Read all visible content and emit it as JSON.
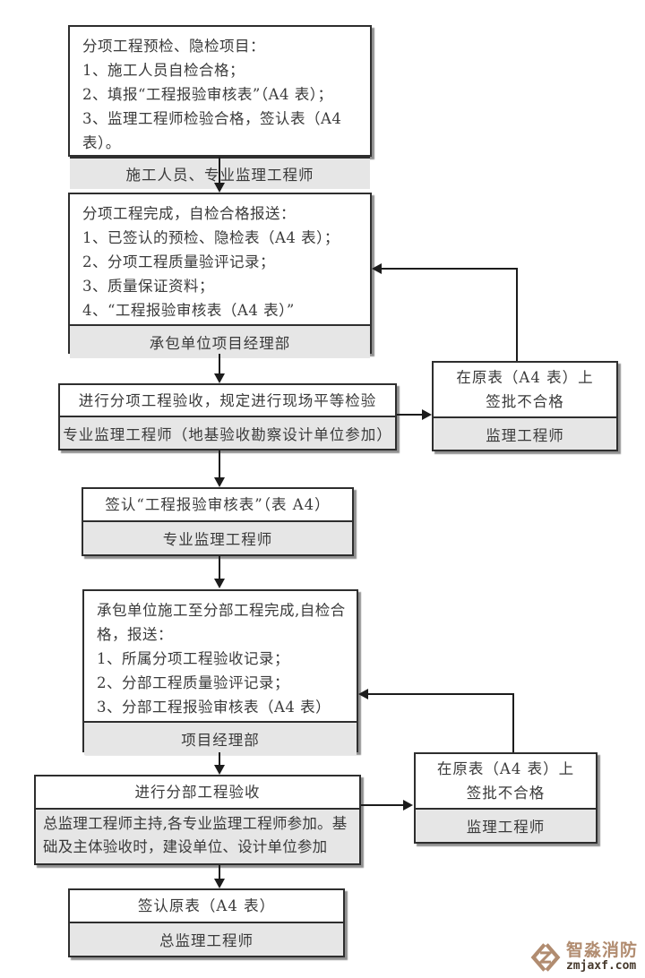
{
  "flowchart": {
    "box1": {
      "lines": [
        "分项工程预检、隐检项目：",
        "1、施工人员自检合格；",
        "2、填报“工程报验审核表”（A4 表）；",
        "3、监理工程师检验合格，签认表（A4 表）。"
      ],
      "footer": "施工人员、专业监理工程师"
    },
    "box2": {
      "lines": [
        "分项工程完成，自检合格报送：",
        "1、已签认的预检、隐检表（A4 表）；",
        "2、分项工程质量验评记录；",
        "3、质量保证资料；",
        "4、“工程报验审核表（A4 表）”"
      ],
      "footer": "承包单位项目经理部"
    },
    "box3": {
      "title": "进行分项工程验收，规定进行现场平等检验",
      "footer": "专业监理工程师（地基验收勘察设计单位参加）"
    },
    "reject1": {
      "lines": [
        "在原表（A4 表）上",
        "签批不合格"
      ],
      "footer": "监理工程师"
    },
    "box4": {
      "title": "签认“工程报验审核表”（表 A4）",
      "footer": "专业监理工程师"
    },
    "box5": {
      "lines": [
        "承包单位施工至分部工程完成,自检合格，报送：",
        "1、所属分项工程验收记录；",
        "2、分部工程质量验评记录；",
        "3、分部工程报验审核表（A4 表）"
      ],
      "footer": "项目经理部"
    },
    "box6": {
      "title": "进行分部工程验收",
      "footer": "总监理工程师主持,各专业监理工程师参加。基础及主体验收时，建设单位、设计单位参加"
    },
    "reject2": {
      "lines": [
        "在原表（A4 表）上",
        "签批不合格"
      ],
      "footer": "监理工程师"
    },
    "box7": {
      "title": "签认原表（A4 表）",
      "footer": "总监理工程师"
    }
  },
  "watermark": {
    "brand": "智淼消防",
    "site": "zmjaxf.com"
  },
  "colors": {
    "border": "#2e2e2e",
    "line": "#1c1c1c",
    "footer_fill": "#e6e6e6",
    "text": "#3a3a3a",
    "bg": "#ffffff",
    "wm_brand": "#b18c70",
    "wm_site": "#46392c"
  }
}
